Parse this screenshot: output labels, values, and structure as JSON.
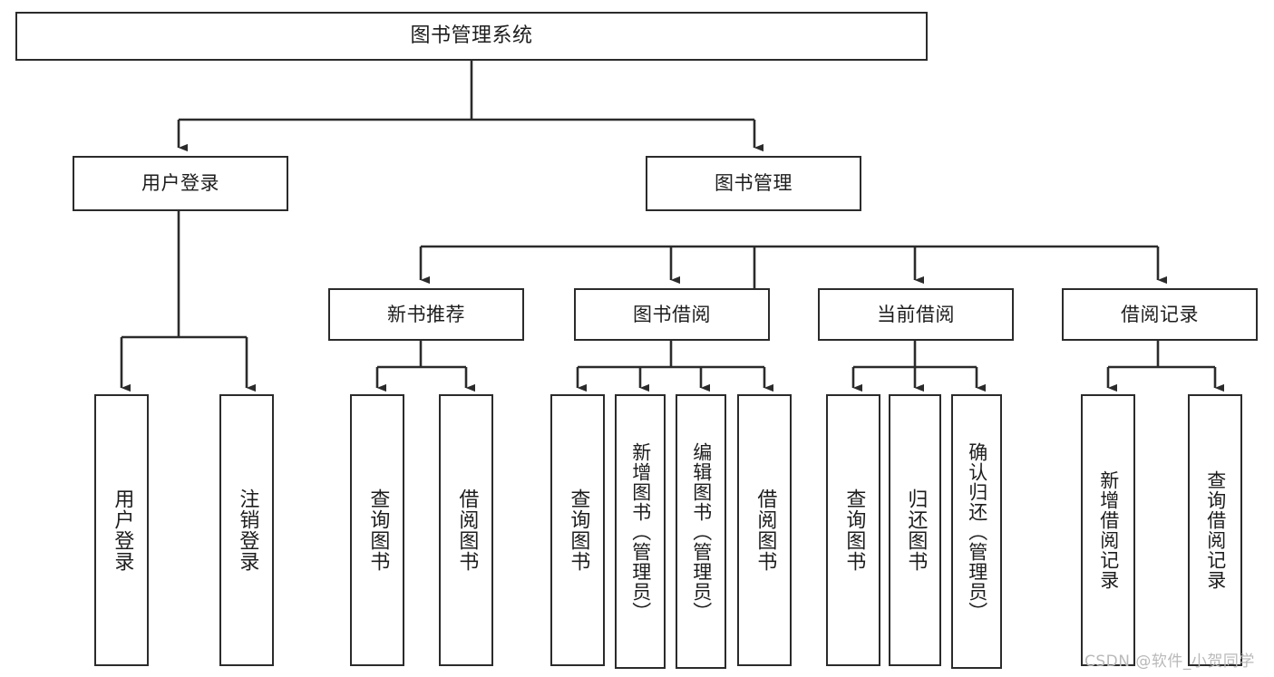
{
  "diagram": {
    "title": "图书管理系统",
    "type": "hierarchy-tree",
    "levels": 4,
    "root": {
      "id": "root",
      "label": "图书管理系统"
    },
    "level2": [
      {
        "id": "user-login",
        "label": "用户登录"
      },
      {
        "id": "book-manage",
        "label": "图书管理"
      }
    ],
    "level3": [
      {
        "id": "new-book-rec",
        "label": "新书推荐",
        "parent": "book-manage"
      },
      {
        "id": "book-borrow",
        "label": "图书借阅",
        "parent": "book-manage"
      },
      {
        "id": "current-borrow",
        "label": "当前借阅",
        "parent": "book-manage"
      },
      {
        "id": "borrow-record",
        "label": "借阅记录",
        "parent": "book-manage"
      }
    ],
    "leaves": [
      {
        "id": "leaf-user-login",
        "label": "用户登录",
        "parent": "user-login"
      },
      {
        "id": "leaf-user-logout",
        "label": "注销登录",
        "parent": "user-login"
      },
      {
        "id": "leaf-query-book-1",
        "label": "查询图书",
        "parent": "new-book-rec"
      },
      {
        "id": "leaf-borrow-book-1",
        "label": "借阅图书",
        "parent": "new-book-rec"
      },
      {
        "id": "leaf-query-book-2",
        "label": "查询图书",
        "parent": "book-borrow"
      },
      {
        "id": "leaf-add-book",
        "label": "新增图书（管理员）",
        "parent": "book-borrow"
      },
      {
        "id": "leaf-edit-book",
        "label": "编辑图书（管理员）",
        "parent": "book-borrow"
      },
      {
        "id": "leaf-borrow-book-2",
        "label": "借阅图书",
        "parent": "book-borrow"
      },
      {
        "id": "leaf-query-book-3",
        "label": "查询图书",
        "parent": "current-borrow"
      },
      {
        "id": "leaf-return-book",
        "label": "归还图书",
        "parent": "current-borrow"
      },
      {
        "id": "leaf-confirm-return",
        "label": "确认归还（管理员）",
        "parent": "current-borrow"
      },
      {
        "id": "leaf-add-record",
        "label": "新增借阅记录",
        "parent": "borrow-record"
      },
      {
        "id": "leaf-query-record",
        "label": "查询借阅记录",
        "parent": "borrow-record"
      }
    ]
  },
  "watermark": {
    "text": "CSDN @软件_小贺同学"
  },
  "colors": {
    "stroke": "#2b2b2b",
    "fill": "#ffffff",
    "text": "#1d1d1d",
    "watermark": "#b9b9b9"
  }
}
